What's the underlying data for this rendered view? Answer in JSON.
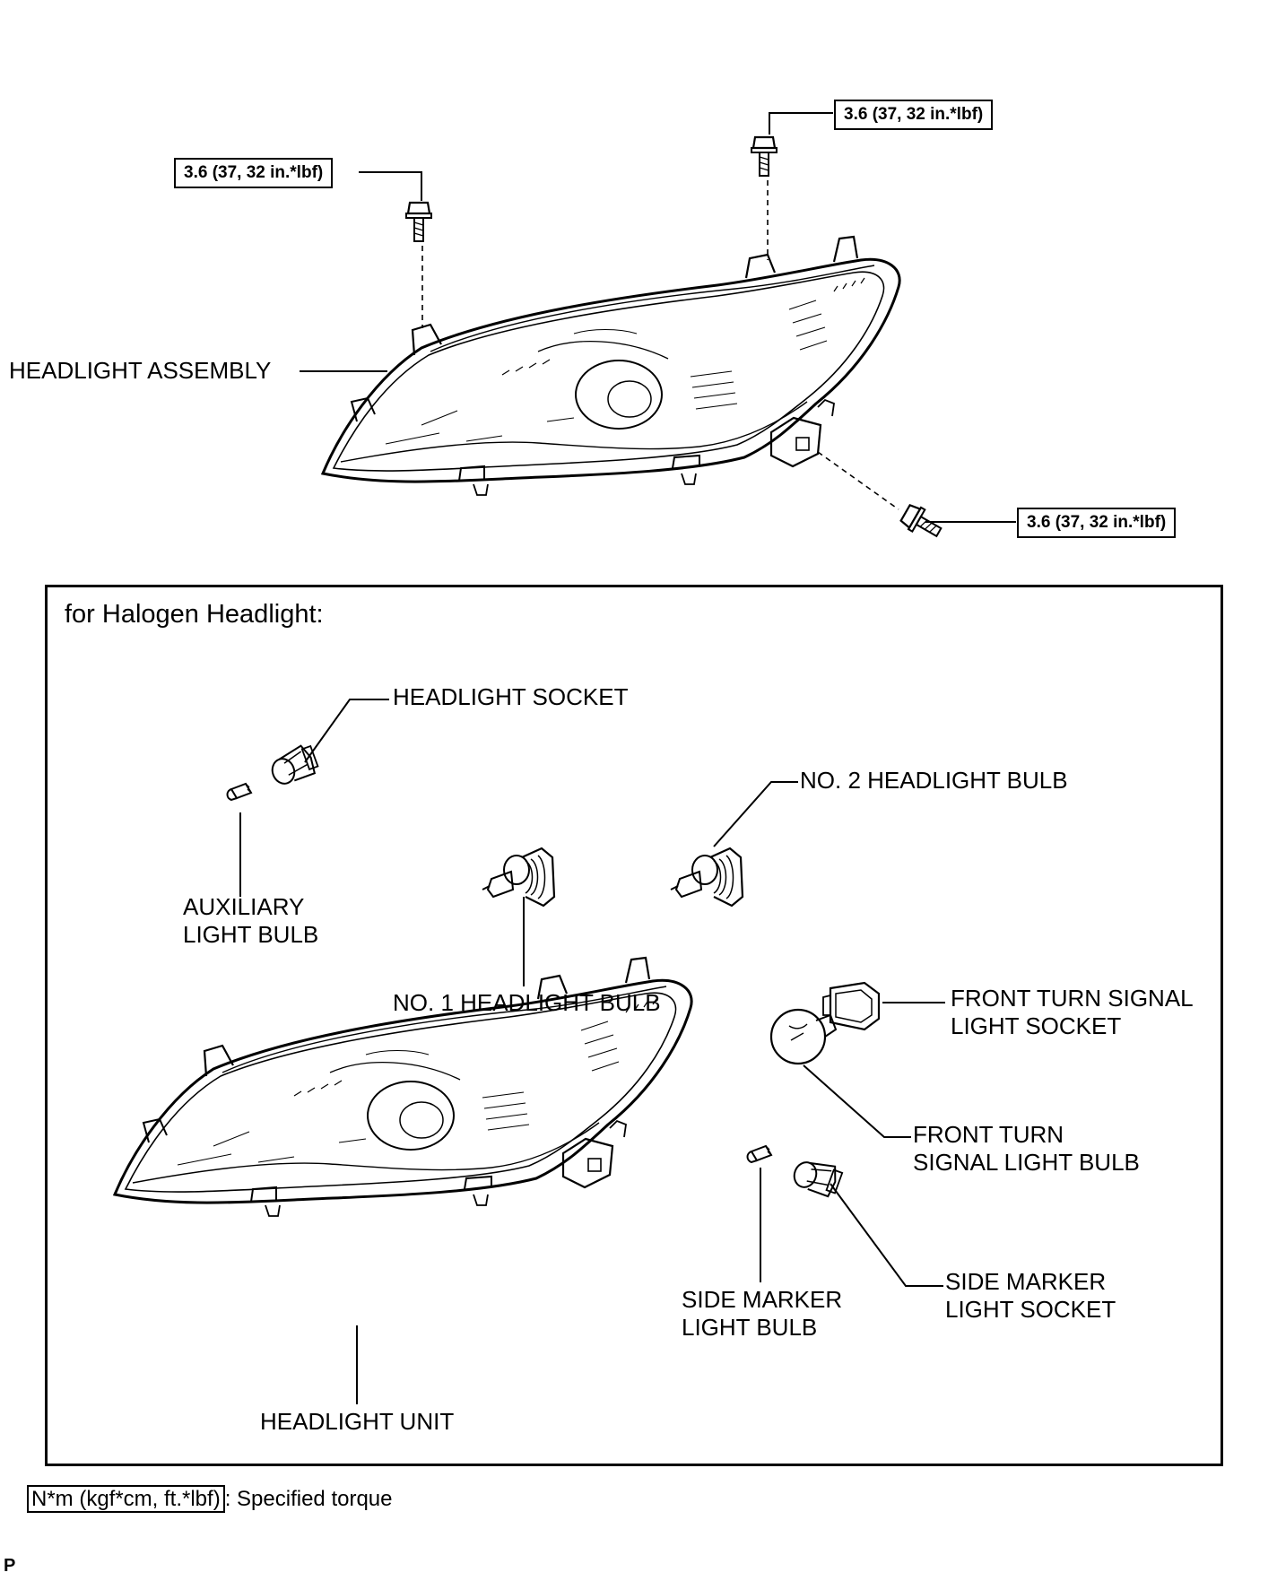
{
  "torque_specs": {
    "bolt_left": "3.6 (37, 32 in.*lbf)",
    "bolt_top_right": "3.6 (37, 32 in.*lbf)",
    "bolt_lower_right": "3.6 (37, 32 in.*lbf)"
  },
  "assembly": {
    "label": "HEADLIGHT ASSEMBLY"
  },
  "halogen_panel": {
    "title": "for Halogen Headlight:",
    "parts": {
      "headlight_socket": "HEADLIGHT SOCKET",
      "auxiliary_bulb": [
        "AUXILIARY",
        "LIGHT BULB"
      ],
      "no2_bulb": "NO. 2 HEADLIGHT BULB",
      "no1_bulb": "NO. 1 HEADLIGHT BULB",
      "turn_socket": [
        "FRONT TURN SIGNAL",
        "LIGHT SOCKET"
      ],
      "turn_bulb": [
        "FRONT TURN",
        "SIGNAL LIGHT BULB"
      ],
      "side_marker_bulb": [
        "SIDE MARKER",
        "LIGHT BULB"
      ],
      "side_marker_socket": [
        "SIDE MARKER",
        "LIGHT SOCKET"
      ],
      "headlight_unit": "HEADLIGHT UNIT"
    }
  },
  "legend": {
    "unit": "N*m (kgf*cm, ft.*lbf)",
    "description": ": Specified torque"
  },
  "corner_mark": "P"
}
